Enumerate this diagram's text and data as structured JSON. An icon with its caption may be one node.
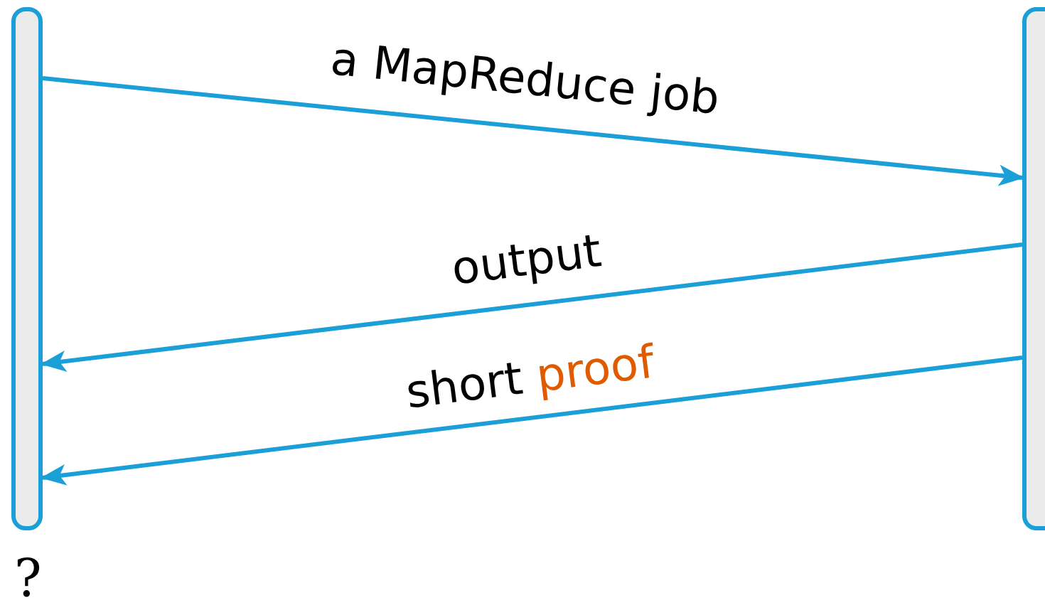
{
  "diagram": {
    "nodes": [
      {
        "text": [],
        "shape": "bar",
        "beside": [
          "?"
        ]
      },
      {
        "text": [],
        "shape": "bar"
      }
    ],
    "edges": [
      {
        "from": 0,
        "to": 1,
        "arrow": "to",
        "label": "a MapReduce job"
      },
      {
        "from": 1,
        "to": 0,
        "arrow": "to",
        "label": "output"
      },
      {
        "from": 1,
        "to": 0,
        "arrow": "to",
        "label": "short proof"
      }
    ]
  }
}
